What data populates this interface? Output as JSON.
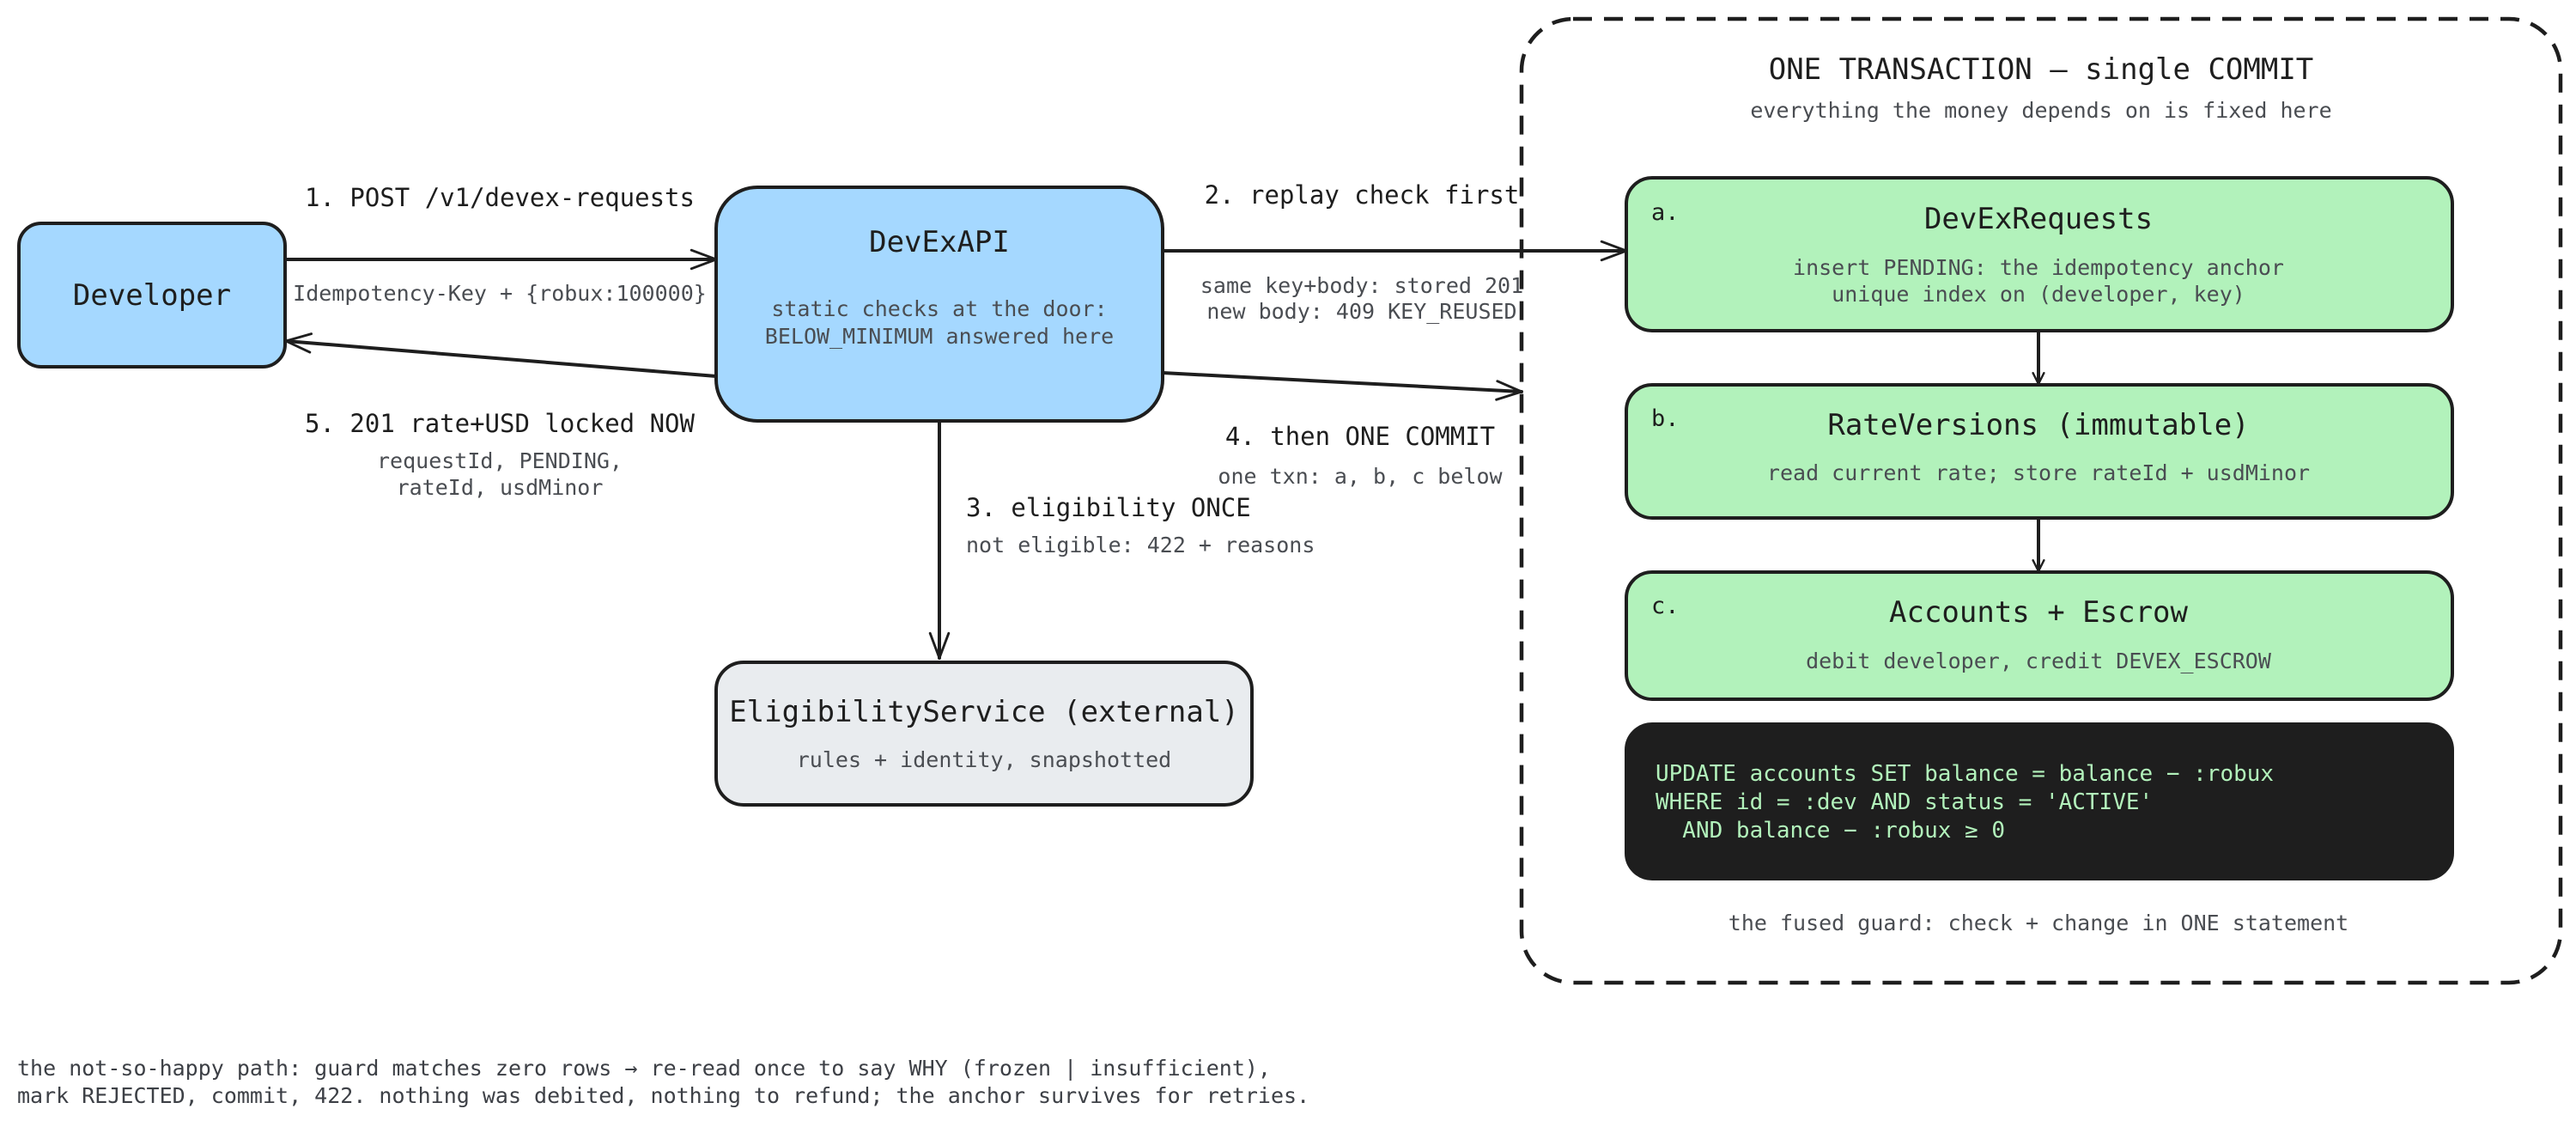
{
  "colors": {
    "client_fill": "#a5d8ff",
    "step_fill": "#b2f2bb",
    "external_fill": "#e9ecef",
    "code_fill": "#1e1e1e",
    "code_text": "#b2f2bb",
    "stroke": "#1e1e1e"
  },
  "nodes": {
    "developer": {
      "title": "Developer"
    },
    "api": {
      "title": "DevExAPI",
      "sub1": "static checks at the door:",
      "sub2": "BELOW_MINIMUM answered here"
    },
    "eligibility": {
      "title": "EligibilityService (external)",
      "sub": "rules + identity, snapshotted"
    },
    "requests": {
      "tag": "a.",
      "title": "DevExRequests",
      "sub1": "insert PENDING: the idempotency anchor",
      "sub2": "unique index on (developer, key)"
    },
    "rates": {
      "tag": "b.",
      "title": "RateVersions (immutable)",
      "sub": "read current rate; store rateId + usdMinor"
    },
    "accounts": {
      "tag": "c.",
      "title": "Accounts + Escrow",
      "sub": "debit developer, credit DEVEX_ESCROW"
    }
  },
  "transaction": {
    "title": "ONE TRANSACTION – single COMMIT",
    "sub": "everything the money depends on is fixed here",
    "code": [
      "UPDATE accounts SET balance = balance − :robux",
      "WHERE id = :dev AND status = 'ACTIVE'",
      "  AND balance − :robux ≥ 0"
    ],
    "guard_note": "the fused guard: check + change in ONE statement"
  },
  "edges": {
    "e1": {
      "label": "1. POST /v1/devex-requests",
      "sub": "Idempotency-Key + {robux:100000}"
    },
    "e2": {
      "label": "2. replay check first",
      "sub1": "same key+body: stored 201",
      "sub2": "new body: 409 KEY_REUSED"
    },
    "e3": {
      "label": "3. eligibility ONCE",
      "sub": "not eligible: 422 + reasons"
    },
    "e4": {
      "label": "4. then ONE COMMIT",
      "sub": "one txn: a, b, c below"
    },
    "e5": {
      "label": "5. 201 rate+USD locked NOW",
      "sub1": "requestId, PENDING,",
      "sub2": "rateId, usdMinor"
    }
  },
  "footnote": {
    "line1": "the not-so-happy path: guard matches zero rows → re-read once to say WHY (frozen | insufficient),",
    "line2": "mark REJECTED, commit, 422. nothing was debited, nothing to refund; the anchor survives for retries."
  }
}
